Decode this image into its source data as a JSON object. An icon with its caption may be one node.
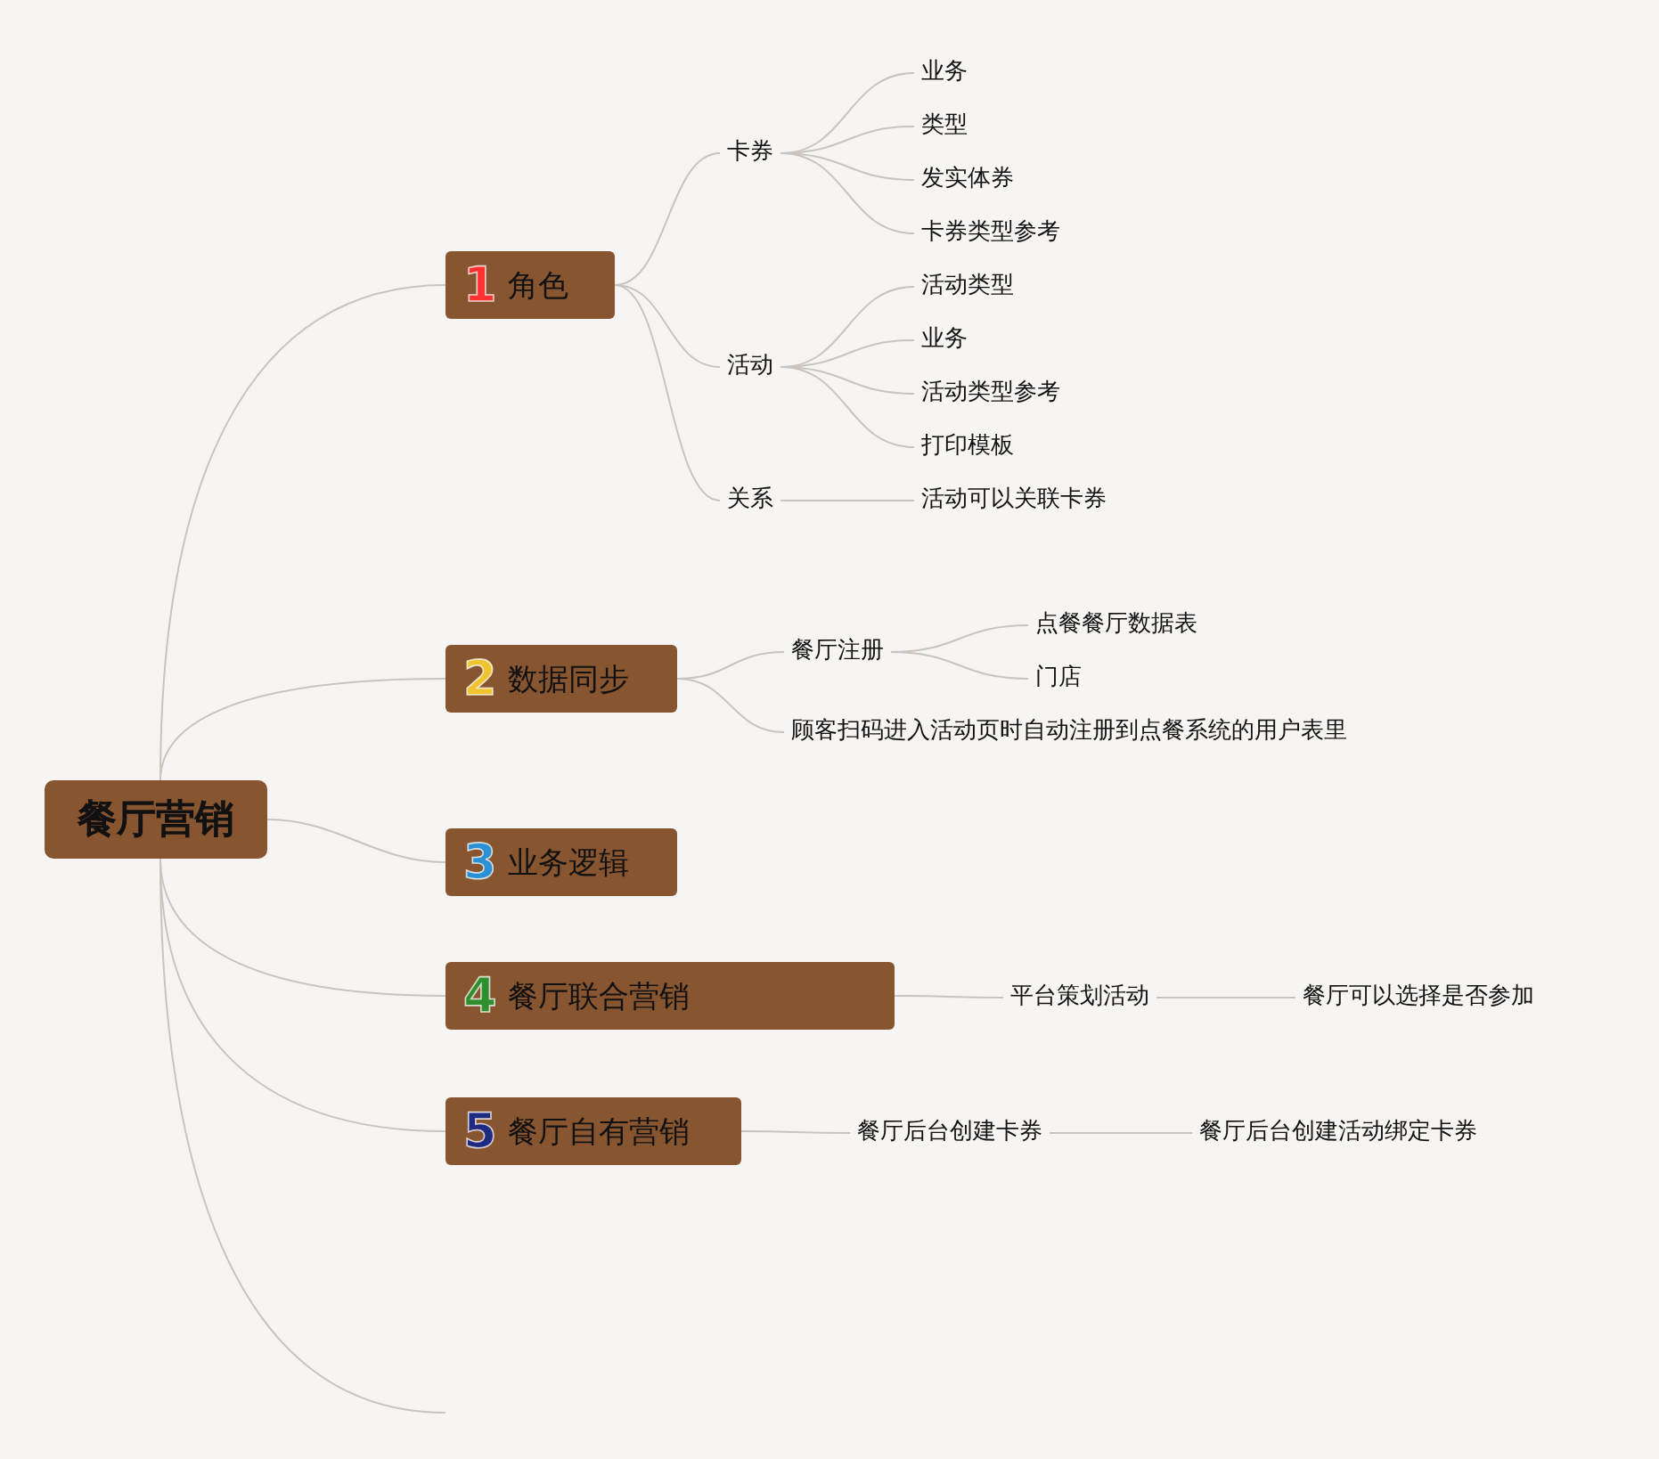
{
  "diagram": {
    "nodes": [
      {
        "text": [
          "餐厅营销"
        ]
      },
      {
        "text": [
          "1",
          "角色"
        ]
      },
      {
        "text": [
          "卡券"
        ]
      },
      {
        "text": [
          "业务"
        ]
      },
      {
        "text": [
          "类型"
        ]
      },
      {
        "text": [
          "发实体券"
        ]
      },
      {
        "text": [
          "卡券类型参考"
        ]
      },
      {
        "text": [
          "活动"
        ]
      },
      {
        "text": [
          "活动类型"
        ]
      },
      {
        "text": [
          "业务"
        ]
      },
      {
        "text": [
          "活动类型参考"
        ]
      },
      {
        "text": [
          "打印模板"
        ]
      },
      {
        "text": [
          "关系"
        ]
      },
      {
        "text": [
          "活动可以关联卡券"
        ]
      },
      {
        "text": [
          "2",
          "数据同步"
        ]
      },
      {
        "text": [
          "餐厅注册"
        ]
      },
      {
        "text": [
          "点餐餐厅数据表"
        ]
      },
      {
        "text": [
          "门店"
        ]
      },
      {
        "text": [
          "顾客扫码进入活动页时自动注册到点餐系统的用户表里"
        ]
      },
      {
        "text": [
          "3",
          "业务逻辑"
        ]
      },
      {
        "text": [
          "4",
          "餐厅联合营销"
        ]
      },
      {
        "text": [
          "平台策划活动"
        ]
      },
      {
        "text": [
          "餐厅可以选择是否参加"
        ]
      },
      {
        "text": [
          "5",
          "餐厅自有营销"
        ]
      },
      {
        "text": [
          "餐厅后台创建卡券"
        ]
      },
      {
        "text": [
          "餐厅后台创建活动绑定卡券"
        ]
      }
    ],
    "edges": [
      {
        "from": 0,
        "to": 1,
        "arrow": "none"
      },
      {
        "from": 1,
        "to": 2,
        "arrow": "none"
      },
      {
        "from": 2,
        "to": 3,
        "arrow": "none"
      },
      {
        "from": 2,
        "to": 4,
        "arrow": "none"
      },
      {
        "from": 2,
        "to": 5,
        "arrow": "none"
      },
      {
        "from": 2,
        "to": 6,
        "arrow": "none"
      },
      {
        "from": 1,
        "to": 7,
        "arrow": "none"
      },
      {
        "from": 7,
        "to": 8,
        "arrow": "none"
      },
      {
        "from": 7,
        "to": 9,
        "arrow": "none"
      },
      {
        "from": 7,
        "to": 10,
        "arrow": "none"
      },
      {
        "from": 7,
        "to": 11,
        "arrow": "none"
      },
      {
        "from": 1,
        "to": 12,
        "arrow": "none"
      },
      {
        "from": 12,
        "to": 13,
        "arrow": "none"
      },
      {
        "from": 0,
        "to": 14,
        "arrow": "none"
      },
      {
        "from": 14,
        "to": 15,
        "arrow": "none"
      },
      {
        "from": 15,
        "to": 16,
        "arrow": "none"
      },
      {
        "from": 15,
        "to": 17,
        "arrow": "none"
      },
      {
        "from": 14,
        "to": 18,
        "arrow": "none"
      },
      {
        "from": 0,
        "to": 19,
        "arrow": "none"
      },
      {
        "from": 0,
        "to": 20,
        "arrow": "none"
      },
      {
        "from": 20,
        "to": 21,
        "arrow": "none"
      },
      {
        "from": 21,
        "to": 22,
        "arrow": "none"
      },
      {
        "from": 0,
        "to": 23,
        "arrow": "none"
      },
      {
        "from": 23,
        "to": 24,
        "arrow": "none"
      },
      {
        "from": 24,
        "to": 25,
        "arrow": "none"
      },
      {
        "from": 0,
        "to": null,
        "arrow": "none"
      }
    ]
  }
}
